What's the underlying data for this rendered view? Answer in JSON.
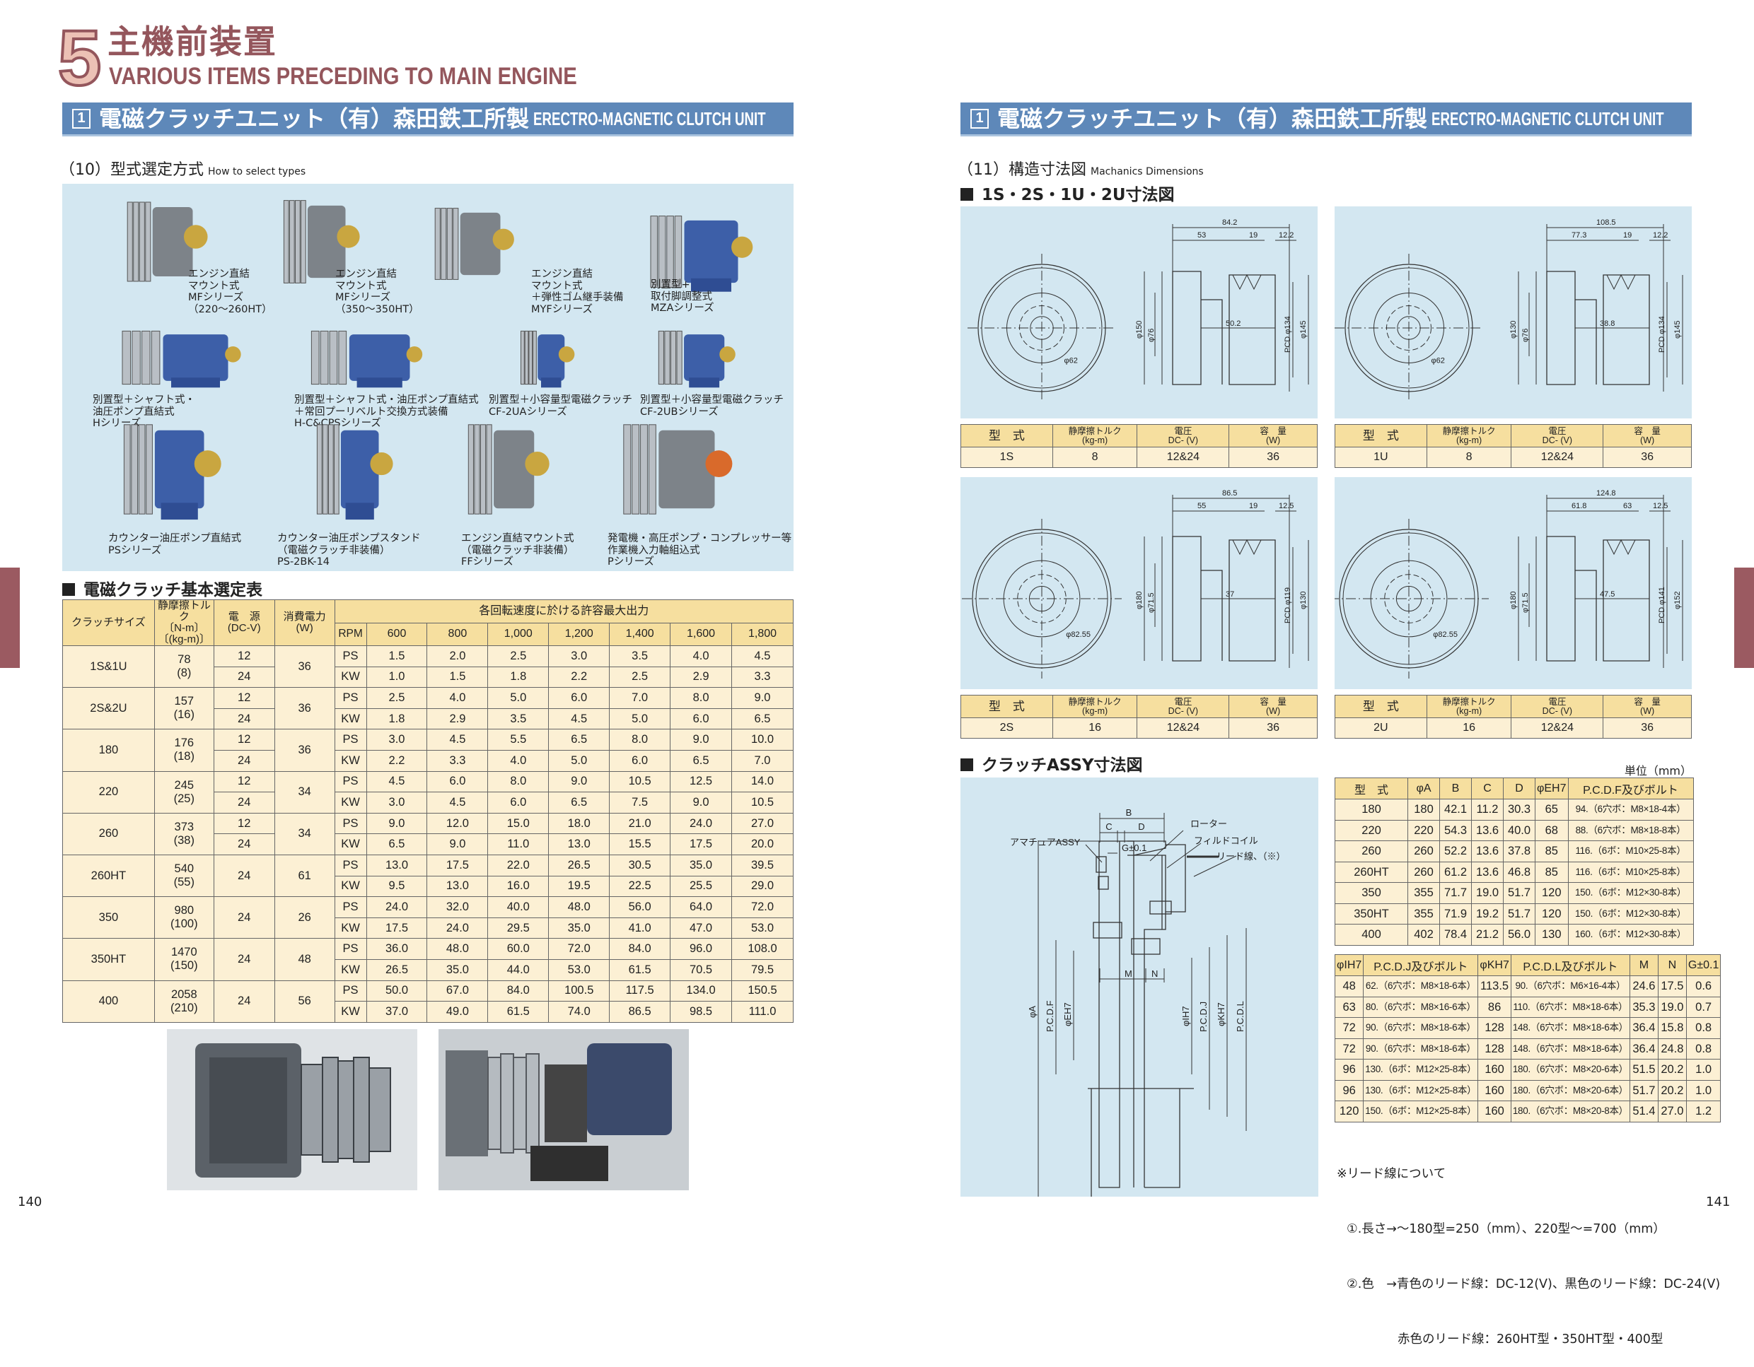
{
  "header": {
    "chapter_number": "5",
    "title_jp": "主機前装置",
    "title_en": "VARIOUS ITEMS PRECEDING TO MAIN ENGINE"
  },
  "banner": {
    "number": "1",
    "title_jp": "電磁クラッチユニット（有）森田鉄工所製",
    "title_en": "ERECTRO-MAGNETIC CLUTCH UNIT"
  },
  "left": {
    "section_title": "（10）型式選定方式",
    "section_title_en": "How to select types",
    "photo_items": [
      {
        "caption": "エンジン直結\nマウント式\nMFシリーズ\n（220～260HT）"
      },
      {
        "caption": "エンジン直結\nマウント式\nMFシリーズ\n（350～350HT）"
      },
      {
        "caption": "エンジン直結\nマウント式\n＋弾性ゴム継手装備\nMYFシリーズ"
      },
      {
        "caption": "別置型+\n取付脚調整式\nMZAシリーズ"
      },
      {
        "caption": "別置型＋シャフト式・\n油圧ポンプ直結式\nHシリーズ"
      },
      {
        "caption": "別置型＋シャフト式・油圧ポンプ直結式\n＋常回プーリベルト交換方式装備\nH-C&CPSシリーズ"
      },
      {
        "caption": "別置型＋小容量型電磁クラッチ\nCF-2UAシリーズ"
      },
      {
        "caption": "別置型＋小容量型電磁クラッチ\nCF-2UBシリーズ"
      },
      {
        "caption": "カウンター油圧ポンプ直結式\nPSシリーズ"
      },
      {
        "caption": "カウンター油圧ポンプスタンド\n（電磁クラッチ非装備）\nPS-2BK-14"
      },
      {
        "caption": "エンジン直結マウント式\n（電磁クラッチ非装備）\nFFシリーズ"
      },
      {
        "caption": "発電機・高圧ポンプ・コンプレッサー等\n作業機入力軸組込式\nPシリーズ"
      }
    ],
    "table_title": "電磁クラッチ基本選定表",
    "table": {
      "headers": {
        "size": "クラッチサイズ",
        "torque": "静摩擦トルク\n〔N-m〕\n〔(kg-m)〕",
        "power": "電　源\n(DC-V)",
        "watt": "消費電力\n(W)",
        "speed_group": "各回転速度に於ける許容最大出力",
        "rpm": "RPM"
      },
      "rpms": [
        "600",
        "800",
        "1,000",
        "1,200",
        "1,400",
        "1,600",
        "1,800"
      ],
      "rows": [
        {
          "size": "1S&1U",
          "torque": "78",
          "torque_kg": "(8)",
          "volts": [
            "12",
            "24"
          ],
          "watt": "36",
          "ps": [
            "1.5",
            "2.0",
            "2.5",
            "3.0",
            "3.5",
            "4.0",
            "4.5"
          ],
          "kw": [
            "1.0",
            "1.5",
            "1.8",
            "2.2",
            "2.5",
            "2.9",
            "3.3"
          ]
        },
        {
          "size": "2S&2U",
          "torque": "157",
          "torque_kg": "(16)",
          "volts": [
            "12",
            "24"
          ],
          "watt": "36",
          "ps": [
            "2.5",
            "4.0",
            "5.0",
            "6.0",
            "7.0",
            "8.0",
            "9.0"
          ],
          "kw": [
            "1.8",
            "2.9",
            "3.5",
            "4.5",
            "5.0",
            "6.0",
            "6.5"
          ]
        },
        {
          "size": "180",
          "torque": "176",
          "torque_kg": "(18)",
          "volts": [
            "12",
            "24"
          ],
          "watt": "36",
          "ps": [
            "3.0",
            "4.5",
            "5.5",
            "6.5",
            "8.0",
            "9.0",
            "10.0"
          ],
          "kw": [
            "2.2",
            "3.3",
            "4.0",
            "5.0",
            "6.0",
            "6.5",
            "7.0"
          ]
        },
        {
          "size": "220",
          "torque": "245",
          "torque_kg": "(25)",
          "volts": [
            "12",
            "24"
          ],
          "watt": "34",
          "ps": [
            "4.5",
            "6.0",
            "8.0",
            "9.0",
            "10.5",
            "12.5",
            "14.0"
          ],
          "kw": [
            "3.0",
            "4.5",
            "6.0",
            "6.5",
            "7.5",
            "9.0",
            "10.5"
          ]
        },
        {
          "size": "260",
          "torque": "373",
          "torque_kg": "(38)",
          "volts": [
            "12",
            "24"
          ],
          "watt": "34",
          "ps": [
            "9.0",
            "12.0",
            "15.0",
            "18.0",
            "21.0",
            "24.0",
            "27.0"
          ],
          "kw": [
            "6.5",
            "9.0",
            "11.0",
            "13.0",
            "15.5",
            "17.5",
            "20.0"
          ]
        },
        {
          "size": "260HT",
          "torque": "540",
          "torque_kg": "(55)",
          "volts": [
            "24"
          ],
          "watt": "61",
          "ps": [
            "13.0",
            "17.5",
            "22.0",
            "26.5",
            "30.5",
            "35.0",
            "39.5"
          ],
          "kw": [
            "9.5",
            "13.0",
            "16.0",
            "19.5",
            "22.5",
            "25.5",
            "29.0"
          ]
        },
        {
          "size": "350",
          "torque": "980",
          "torque_kg": "(100)",
          "volts": [
            "24"
          ],
          "watt": "26",
          "ps": [
            "24.0",
            "32.0",
            "40.0",
            "48.0",
            "56.0",
            "64.0",
            "72.0"
          ],
          "kw": [
            "17.5",
            "24.0",
            "29.5",
            "35.0",
            "41.0",
            "47.0",
            "53.0"
          ]
        },
        {
          "size": "350HT",
          "torque": "1470",
          "torque_kg": "(150)",
          "volts": [
            "24"
          ],
          "watt": "48",
          "ps": [
            "36.0",
            "48.0",
            "60.0",
            "72.0",
            "84.0",
            "96.0",
            "108.0"
          ],
          "kw": [
            "26.5",
            "35.0",
            "44.0",
            "53.0",
            "61.5",
            "70.5",
            "79.5"
          ]
        },
        {
          "size": "400",
          "torque": "2058",
          "torque_kg": "(210)",
          "volts": [
            "24"
          ],
          "watt": "56",
          "ps": [
            "50.0",
            "67.0",
            "84.0",
            "100.5",
            "117.5",
            "134.0",
            "150.5"
          ],
          "kw": [
            "37.0",
            "49.0",
            "61.5",
            "74.0",
            "86.5",
            "98.5",
            "111.0"
          ]
        }
      ],
      "unit_ps": "PS",
      "unit_kw": "KW"
    },
    "page_number": "140"
  },
  "right": {
    "section_title": "（11）構造寸法図",
    "section_title_en": "Machanics Dimensions",
    "sub_title": "1S・2S・1U・2U寸法図",
    "small_table_headers": [
      "型　式",
      "静摩擦トルク\n(kg-m)",
      "電圧\nDC- (V)",
      "容　量\n(W)"
    ],
    "drawings": [
      {
        "model": "1S",
        "torque": "8",
        "voltage": "12&24",
        "watt": "36",
        "top": [
          "84.2",
          "53",
          "19",
          "12.2"
        ],
        "left": "φ150",
        "inner": "φ76",
        "right": [
          "PCD φ134",
          "φ145"
        ],
        "bottom": "50.2",
        "dia": "φ62"
      },
      {
        "model": "1U",
        "torque": "8",
        "voltage": "12&24",
        "watt": "36",
        "top": [
          "108.5",
          "77.3",
          "19",
          "12.2"
        ],
        "left": "φ130",
        "inner": "φ76",
        "right": [
          "PCD φ134",
          "φ145"
        ],
        "bottom": "38.8",
        "dia": "φ62"
      },
      {
        "model": "2S",
        "torque": "16",
        "voltage": "12&24",
        "watt": "36",
        "top": [
          "86.5",
          "55",
          "19",
          "12.5"
        ],
        "left": "φ180",
        "inner": "φ71.5",
        "right": [
          "PCD φ119",
          "φ130"
        ],
        "bottom": "37",
        "dia": "φ82.55"
      },
      {
        "model": "2U",
        "torque": "16",
        "voltage": "12&24",
        "watt": "36",
        "top": [
          "124.8",
          "61.8",
          "63",
          "12.5"
        ],
        "left": "φ180",
        "inner": "φ71.5",
        "right": [
          "PCD φ141",
          "φ152"
        ],
        "bottom": "47.5",
        "dia": "φ82.55"
      }
    ],
    "assy_title": "クラッチASSY寸法図",
    "assy_labels": {
      "b": "B",
      "c": "C",
      "d": "D",
      "armature": "アマチュアASSY",
      "gap": "G±0.1",
      "rotor": "ローター",
      "coil": "フィルドコイル",
      "lead": "リード線、（※）",
      "m": "M",
      "n": "N",
      "a": "φA",
      "pcdf": "P.C.D.F",
      "e": "φEH7",
      "i": "φIH7",
      "pcdj": "P.C.D.J",
      "k": "φKH7",
      "pcdl": "P.C.D.L"
    },
    "unit": "単位（mm）",
    "dim_table1": {
      "headers": [
        "型　式",
        "φA",
        "B",
        "C",
        "D",
        "φEH7",
        "P.C.D.F及びボルト"
      ],
      "rows": [
        [
          "180",
          "180",
          "42.1",
          "11.2",
          "30.3",
          "65",
          "94.（6穴ボ：M8×18-4本）"
        ],
        [
          "220",
          "220",
          "54.3",
          "13.6",
          "40.0",
          "68",
          "88.（6穴ボ：M8×18-8本）"
        ],
        [
          "260",
          "260",
          "52.2",
          "13.6",
          "37.8",
          "85",
          "116.（6ボ：M10×25-8本）"
        ],
        [
          "260HT",
          "260",
          "61.2",
          "13.6",
          "46.8",
          "85",
          "116.（6ボ：M10×25-8本）"
        ],
        [
          "350",
          "355",
          "71.7",
          "19.0",
          "51.7",
          "120",
          "150.（6ボ：M12×30-8本）"
        ],
        [
          "350HT",
          "355",
          "71.9",
          "19.2",
          "51.7",
          "120",
          "150.（6ボ：M12×30-8本）"
        ],
        [
          "400",
          "402",
          "78.4",
          "21.2",
          "56.0",
          "130",
          "160.（6ボ：M12×30-8本）"
        ]
      ]
    },
    "dim_table2": {
      "headers": [
        "φIH7",
        "P.C.D.J及びボルト",
        "φKH7",
        "P.C.D.L及びボルト",
        "M",
        "N",
        "G±0.1"
      ],
      "rows": [
        [
          "48",
          "62.（6穴ボ：M8×18-6本）",
          "113.5",
          "90.（6穴ボ：M6×16-4本）",
          "24.6",
          "17.5",
          "0.6"
        ],
        [
          "63",
          "80.（6穴ボ：M8×16-6本）",
          "86",
          "110.（6穴ボ：M8×18-6本）",
          "35.3",
          "19.0",
          "0.7"
        ],
        [
          "72",
          "90.（6穴ボ：M8×18-6本）",
          "128",
          "148.（6穴ボ：M8×18-6本）",
          "36.4",
          "15.8",
          "0.8"
        ],
        [
          "72",
          "90.（6穴ボ：M8×18-6本）",
          "128",
          "148.（6穴ボ：M8×18-6本）",
          "36.4",
          "24.8",
          "0.8"
        ],
        [
          "96",
          "130.（6ボ：M12×25-8本）",
          "160",
          "180.（6穴ボ：M8×20-6本）",
          "51.5",
          "20.2",
          "1.0"
        ],
        [
          "96",
          "130.（6ボ：M12×25-8本）",
          "160",
          "180.（6穴ボ：M8×20-6本）",
          "51.7",
          "20.2",
          "1.0"
        ],
        [
          "120",
          "150.（6ボ：M12×25-8本）",
          "160",
          "180.（6穴ボ：M8×20-8本）",
          "51.4",
          "27.0",
          "1.2"
        ]
      ]
    },
    "notes": {
      "title": "※リード線について",
      "line1": "①.長さ→～180型=250（mm）、220型～=700（mm）",
      "line2": "②.色　→青色のリード線：DC-12(V)、黒色のリード線：DC-24(V)",
      "line3": "赤色のリード線：260HT型・350HT型・400型"
    },
    "page_number": "141"
  },
  "colors": {
    "accent": "#94565c",
    "banner": "#5e88b9",
    "panel": "#d3e7f1",
    "table_header": "#f6df9f",
    "table_body": "#fcf0d4"
  }
}
